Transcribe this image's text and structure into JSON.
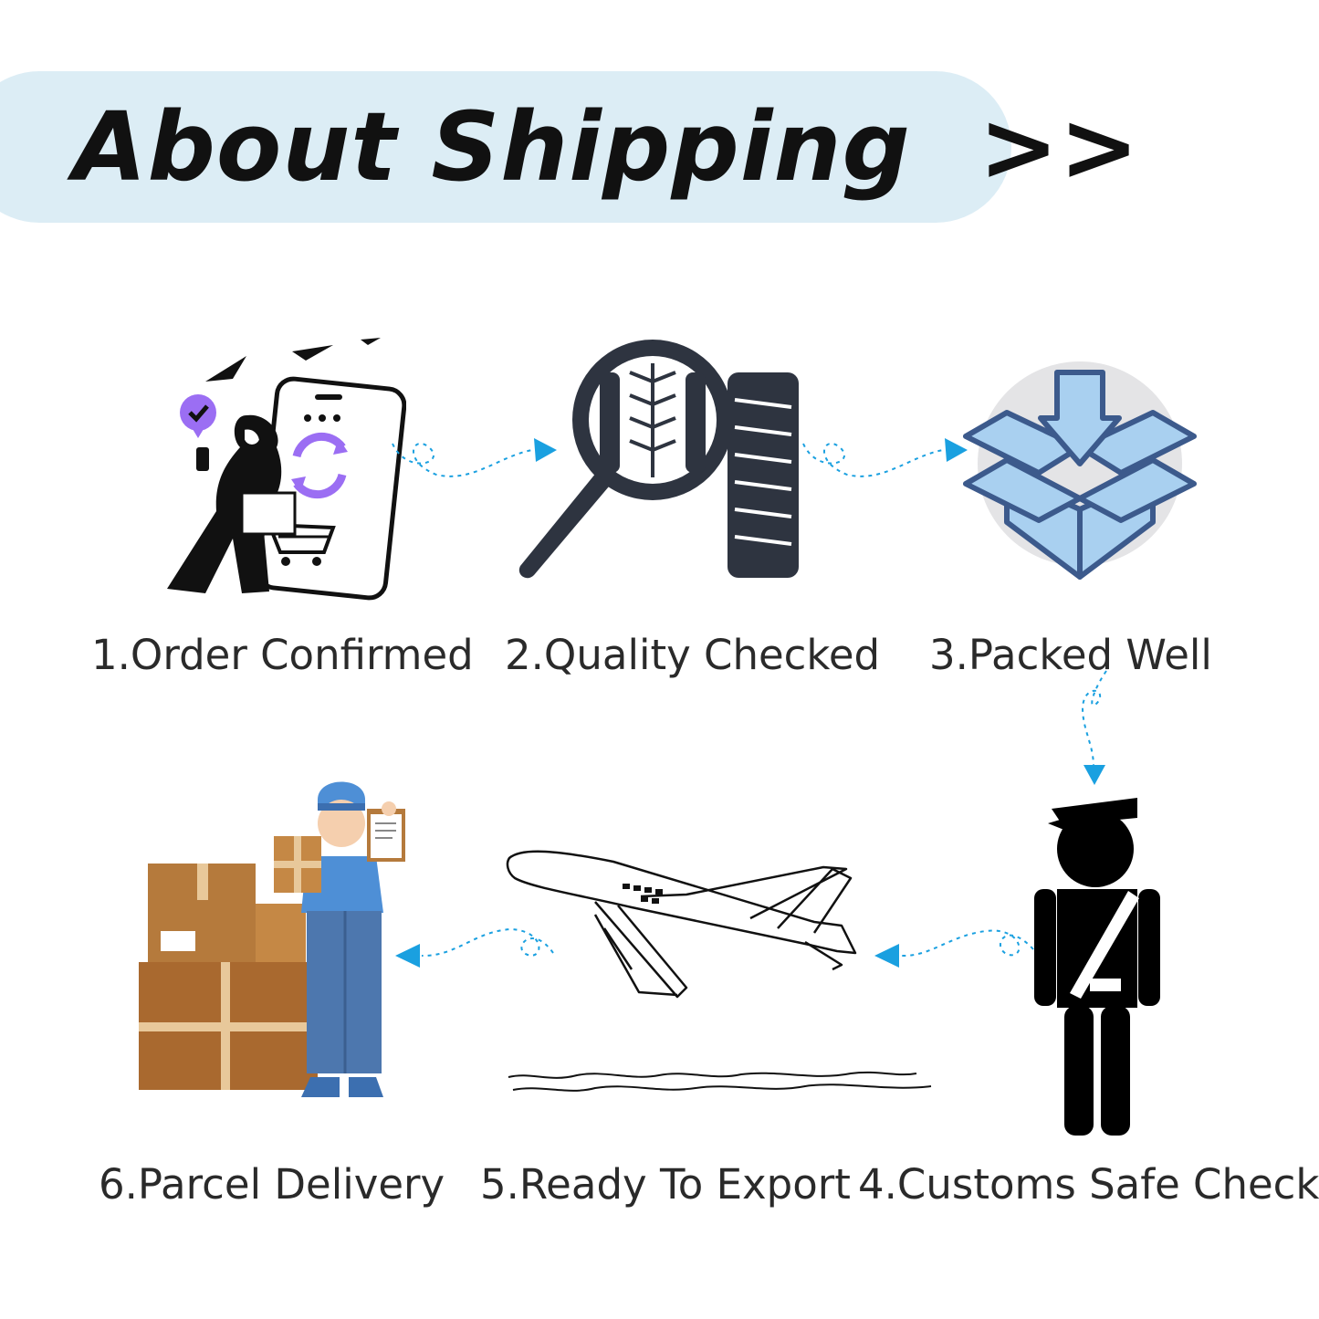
{
  "header": {
    "title": "About Shipping",
    "chevrons": ">>"
  },
  "steps": [
    {
      "label": "1.Order Confirmed",
      "icon": "online-shopping-icon"
    },
    {
      "label": "2.Quality Checked",
      "icon": "magnifier-tire-icon"
    },
    {
      "label": "3.Packed Well",
      "icon": "package-box-icon"
    },
    {
      "label": "4.Customs Safe Check",
      "icon": "customs-officer-icon"
    },
    {
      "label": "5.Ready To Export",
      "icon": "airplane-icon"
    },
    {
      "label": "6.Parcel Delivery",
      "icon": "courier-boxes-icon"
    }
  ],
  "colors": {
    "banner": "#dcedf5",
    "arrow": "#1aa0e0",
    "accent_purple": "#9b6ef3",
    "box_fill": "#a9d0f0",
    "box_stroke": "#3c5a8c",
    "dark_icon": "#2e3440",
    "cardboard": "#b57a3c"
  }
}
